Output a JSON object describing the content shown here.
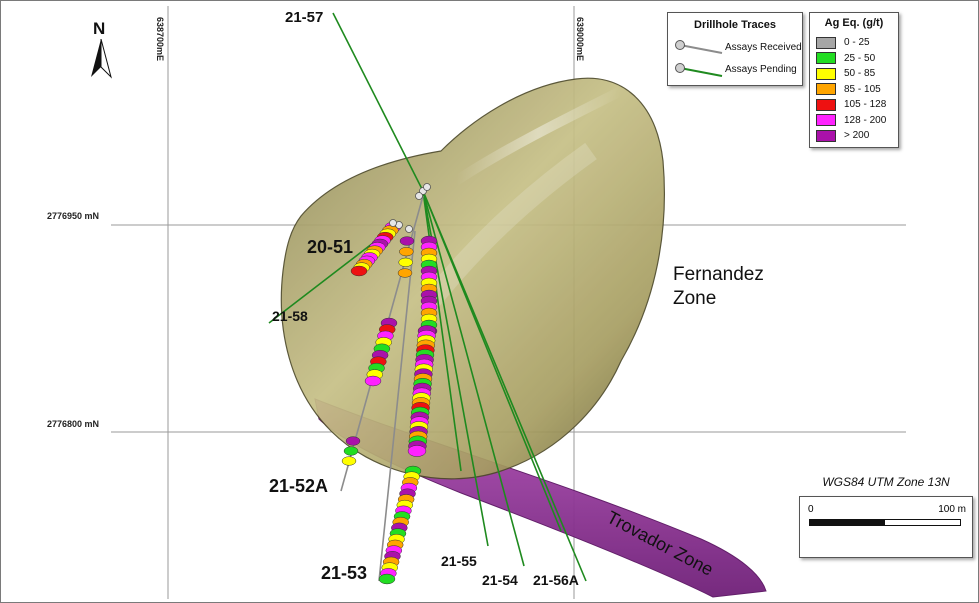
{
  "north_arrow": {
    "label": "N"
  },
  "grid": {
    "eastings": [
      "638700mE",
      "639000mE"
    ],
    "northings": [
      "2776950 mN",
      "2776800 mN"
    ]
  },
  "zones": {
    "fernandez_line1": "Fernandez",
    "fernandez_line2": "Zone",
    "trovador": "Trovador Zone"
  },
  "drillholes": [
    "21-57",
    "20-51",
    "21-58",
    "21-52A",
    "21-53",
    "21-55",
    "21-54",
    "21-56A"
  ],
  "trace_legend": {
    "title": "Drillhole Traces",
    "items": [
      {
        "label": "Assays Received",
        "color": "#8c8c8c"
      },
      {
        "label": "Assays Pending",
        "color": "#1f8a1f"
      }
    ]
  },
  "grade_legend": {
    "title": "Ag Eq. (g/t)",
    "items": [
      {
        "label": "0 - 25",
        "color": "#a6a6a6"
      },
      {
        "label": "25 - 50",
        "color": "#22dd22"
      },
      {
        "label": "50 - 85",
        "color": "#ffff00"
      },
      {
        "label": "85 - 105",
        "color": "#ffa500"
      },
      {
        "label": "105 - 128",
        "color": "#ee1111"
      },
      {
        "label": "128 - 200",
        "color": "#ff22ff"
      },
      {
        "label": "> 200",
        "color": "#aa11aa"
      }
    ]
  },
  "scale": {
    "crs": "WGS84 UTM Zone 13N",
    "start": "0",
    "end": "100 m"
  }
}
